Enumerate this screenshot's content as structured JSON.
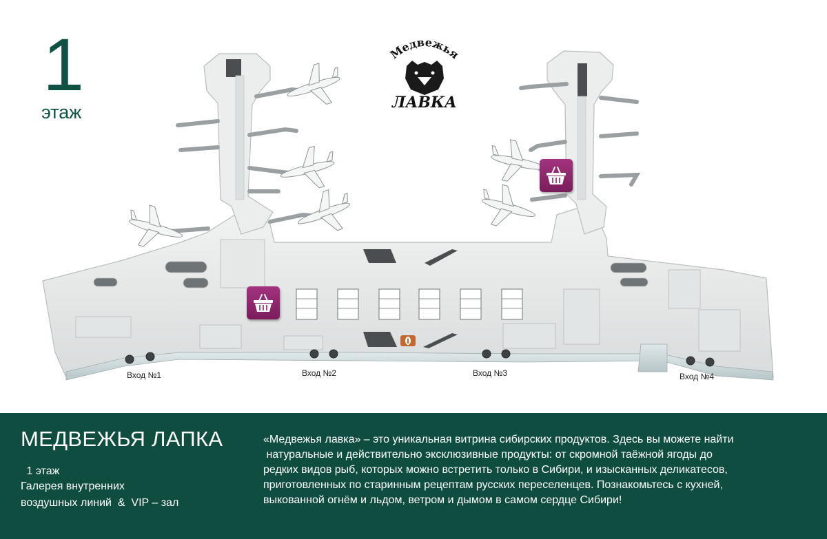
{
  "floor": {
    "number": "1",
    "label": "этаж"
  },
  "logo": {
    "arc_text": "Медвежья",
    "bottom_text": "ЛАВКА"
  },
  "entrances": [
    {
      "label": "Вход №1"
    },
    {
      "label": "Вход №2"
    },
    {
      "label": "Вход №3"
    },
    {
      "label": "Вход №4"
    }
  ],
  "shop_icons": [
    {
      "icon": "shopping-basket-icon"
    },
    {
      "icon": "shopping-basket-icon"
    }
  ],
  "info_icon": "info-icon",
  "info": {
    "title": "МЕДВЕЖЬЯ ЛАПКА",
    "floor": " 1 этаж",
    "zone_line1": "Галерея внутренних",
    "zone_line2": "воздушных линий  &  VIP – зал",
    "description_lines": [
      "«Медвежья лавка» – это уникальная витрина сибирских продуктов. Здесь вы можете найти",
      " натуральные и действительно эксклюзивные продукты: от скромной таёжной ягоды до",
      "редких видов рыб, которых можно встретить только в Сибири, и изысканных деликатесов,",
      "приготовленных по старинным рецептам русских переселенцев. Познакомьтесь с кухней,",
      "выкованной огнём и льдом, ветром и дымом в самом сердце Сибири!"
    ]
  },
  "colors": {
    "brand_green": "#0f4d40",
    "floor_text": "#0f5244",
    "shop_pin": "#8a2468",
    "building": "#e8eaea",
    "building_edge": "#b9bdbd"
  }
}
